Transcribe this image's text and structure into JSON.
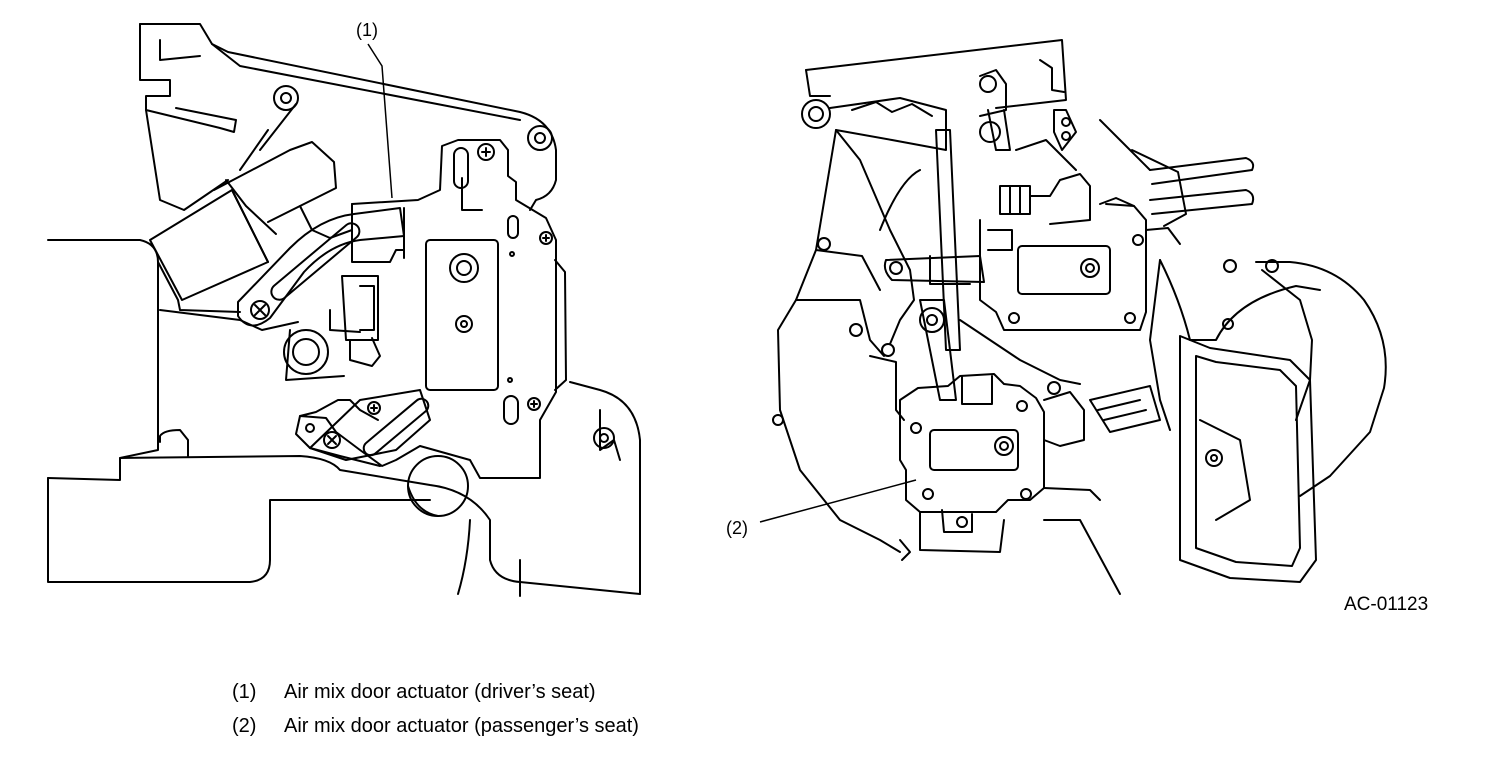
{
  "diagram": {
    "callouts": [
      {
        "id": "1",
        "label": "(1)"
      },
      {
        "id": "2",
        "label": "(2)"
      }
    ],
    "figure_code": "AC-01123",
    "stroke_color": "#000000",
    "background_color": "#ffffff"
  },
  "legend": {
    "items": [
      {
        "num": "(1)",
        "text": "Air mix door actuator (driver’s seat)"
      },
      {
        "num": "(2)",
        "text": "Air mix door actuator (passenger’s seat)"
      }
    ]
  }
}
